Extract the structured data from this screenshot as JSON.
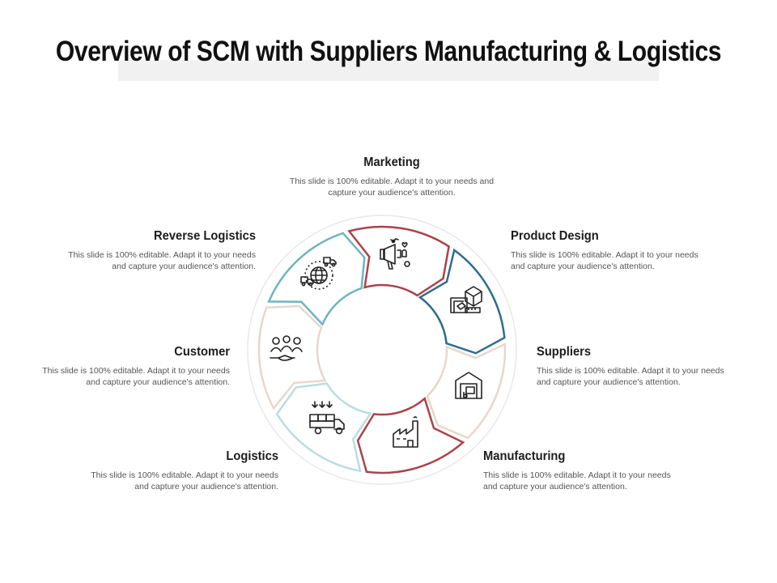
{
  "title": "Overview of SCM with Suppliers Manufacturing & Logistics",
  "colors": {
    "marketing": "#a9444a",
    "product_design": "#2d6d8e",
    "suppliers": "#e6d8cb",
    "manufacturing": "#a9444a",
    "logistics": "#b9dde0",
    "customer": "#e6d8cb",
    "reverse_logistics": "#6fb4c0",
    "outer_ring": "#e8e8e8",
    "icon": "#222222"
  },
  "segments": [
    {
      "heading": "Marketing",
      "description": "This slide is 100% editable. Adapt it to your needs and capture your audience's attention.",
      "icon": "megaphone-icon"
    },
    {
      "heading": "Product Design",
      "description": "This slide is 100% editable. Adapt it to your needs and capture your audience's attention.",
      "icon": "product-box-icon"
    },
    {
      "heading": "Suppliers",
      "description": "This slide is 100% editable. Adapt it to your needs and capture your audience's attention.",
      "icon": "warehouse-icon"
    },
    {
      "heading": "Manufacturing",
      "description": "This slide is 100% editable. Adapt it to your needs and capture your audience's attention.",
      "icon": "factory-icon"
    },
    {
      "heading": "Logistics",
      "description": "This slide is 100% editable. Adapt it to your needs and capture your audience's attention.",
      "icon": "delivery-truck-icon"
    },
    {
      "heading": "Customer",
      "description": "This slide is 100% editable. Adapt it to your needs and capture your audience's attention.",
      "icon": "customers-hand-icon"
    },
    {
      "heading": "Reverse Logistics",
      "description": "This slide is 100% editable. Adapt it to your needs and capture your audience's attention.",
      "icon": "globe-trucks-icon"
    }
  ]
}
